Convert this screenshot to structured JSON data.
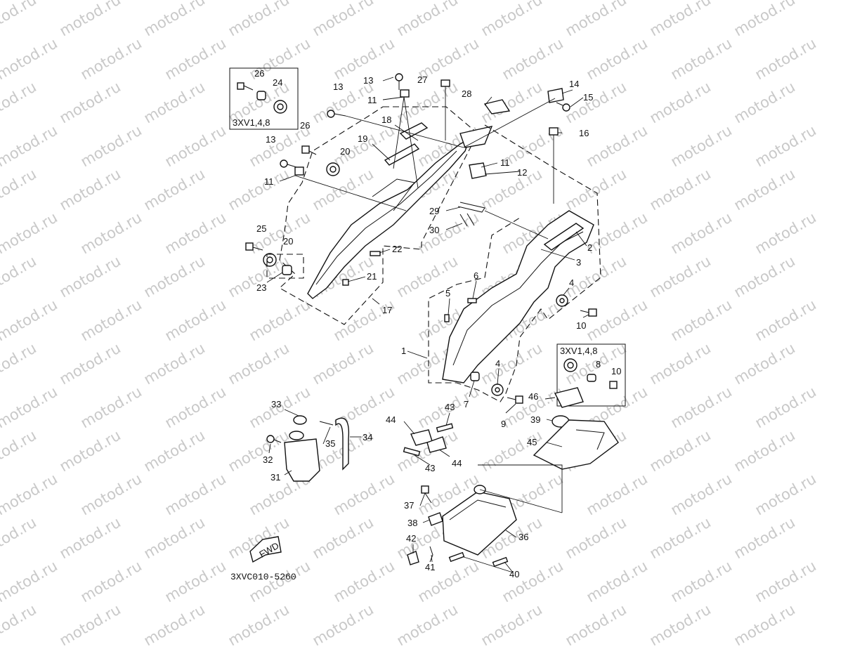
{
  "watermark": {
    "text": "motod.ru",
    "color": "#c9c9c9"
  },
  "diagram_code": "3XVC010-5260",
  "fwd_label": "FWD",
  "inset_top": {
    "label": "3XV1,4,8",
    "parts": [
      "26",
      "24"
    ]
  },
  "inset_right": {
    "label": "3XV1,4,8",
    "parts": [
      "8",
      "10"
    ]
  },
  "callouts": {
    "c1": "1",
    "c2": "2",
    "c3": "3",
    "c4a": "4",
    "c4b": "4",
    "c5": "5",
    "c6": "6",
    "c7": "7",
    "c9": "9",
    "c10": "10",
    "c11a": "11",
    "c11b": "11",
    "c11c": "11",
    "c12": "12",
    "c13a": "13",
    "c13b": "13",
    "c13c": "13",
    "c14": "14",
    "c15": "15",
    "c16": "16",
    "c17": "17",
    "c18": "18",
    "c19": "19",
    "c20a": "20",
    "c20b": "20",
    "c21": "21",
    "c22": "22",
    "c23": "23",
    "c25": "25",
    "c26": "26",
    "c27": "27",
    "c28": "28",
    "c29": "29",
    "c30": "30",
    "c31": "31",
    "c32": "32",
    "c33": "33",
    "c34": "34",
    "c35": "35",
    "c36": "36",
    "c37": "37",
    "c38": "38",
    "c39": "39",
    "c40": "40",
    "c41": "41",
    "c42": "42",
    "c43a": "43",
    "c43b": "43",
    "c44a": "44",
    "c44b": "44",
    "c45": "45",
    "c46": "46"
  }
}
